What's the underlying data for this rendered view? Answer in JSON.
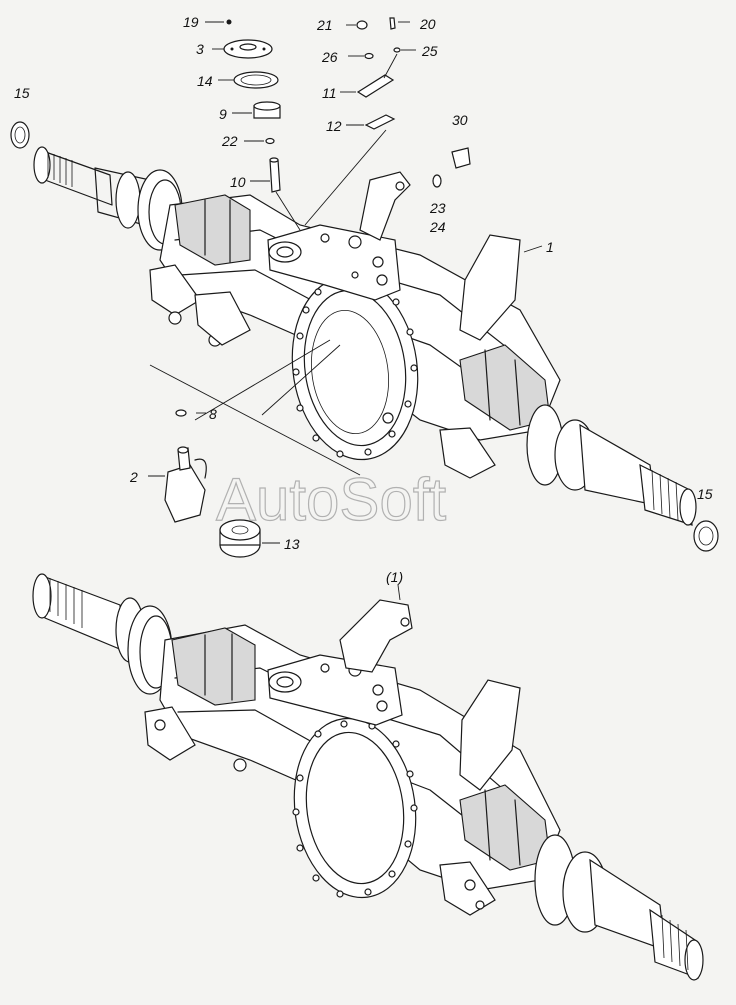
{
  "watermark": "AutoSoft",
  "callouts": {
    "c19": "19",
    "c3": "3",
    "c14": "14",
    "c9": "9",
    "c22": "22",
    "c10": "10",
    "c21": "21",
    "c20": "20",
    "c26": "26",
    "c25": "25",
    "c11": "11",
    "c12": "12",
    "c30": "30",
    "c23": "23",
    "c24": "24",
    "c1": "1",
    "c15a": "15",
    "c15b": "15",
    "c8": "8",
    "c2": "2",
    "c13": "13",
    "c1ref": "(1)"
  },
  "icons": [
    "axle-housing-drawing",
    "bracket-drawing",
    "seal-ring-drawing",
    "sensor-drawing",
    "gear-drawing"
  ]
}
